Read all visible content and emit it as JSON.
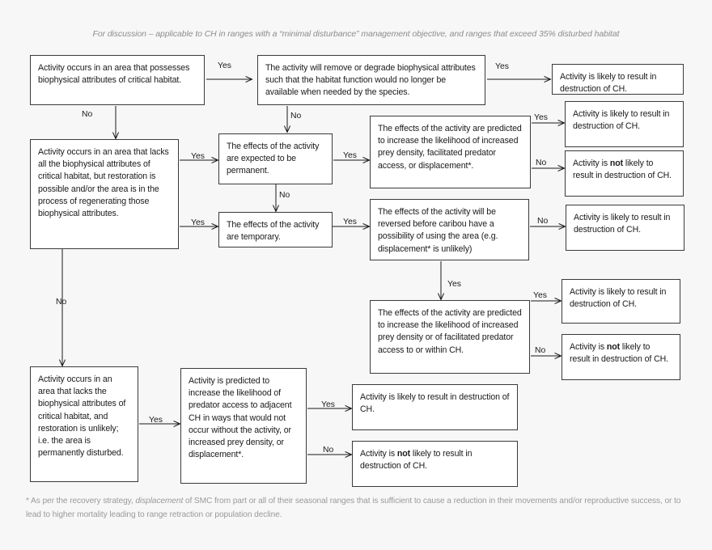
{
  "header": {
    "note": "For discussion – applicable to CH in ranges with a “minimal disturbance” management objective, and ranges that exceed 35% disturbed habitat"
  },
  "nodes": {
    "q1": "Activity occurs in an area that possesses biophysical attributes of critical habitat.",
    "q2": "The activity will remove or degrade biophysical attributes such that the habitat function would no longer be available when needed by the species.",
    "r1": "Activity is likely to result in destruction of CH.",
    "q3": "Activity occurs in an area that lacks all the biophysical attributes of critical habitat, but restoration is possible and/or the area is in the process of regenerating those biophysical attributes.",
    "q4": "The effects of the activity are expected to be permanent.",
    "q5": "The effects of the activity are predicted to increase the likelihood of increased prey density, facilitated predator access, or displacement*.",
    "r2": "Activity is likely to result in destruction of CH.",
    "r3_pre": "Activity is ",
    "r3_bold": "not",
    "r3_post": " likely to result in destruction of CH.",
    "q6": "The effects of the activity are temporary.",
    "q7": "The effects of the activity will be reversed before caribou have a possibility of using the area (e.g. displacement* is unlikely)",
    "r4": "Activity is likely to result in destruction of CH.",
    "q8": "The effects of the activity are predicted to increase the likelihood of increased prey density or of facilitated predator access to or within CH.",
    "r5": "Activity is likely to result in destruction of CH.",
    "r6_pre": "Activity is ",
    "r6_bold": "not",
    "r6_post": " likely to result in destruction of CH.",
    "q9": "Activity occurs in an area that lacks the biophysical attributes of critical habitat, and restoration is unlikely; i.e. the area is permanently disturbed.",
    "q10": "Activity is predicted to increase the likelihood of predator access to adjacent CH in ways that would not occur without the activity, or increased prey density, or displacement*.",
    "r7": "Activity is likely to result in destruction of CH.",
    "r8_pre": "Activity is ",
    "r8_bold": "not",
    "r8_post": " likely to result in destruction of CH."
  },
  "edges": {
    "yes": "Yes",
    "no": "No"
  },
  "edge_labels": [
    {
      "id": "e-q1-yes",
      "text": "Yes"
    },
    {
      "id": "e-q1-no",
      "text": "No"
    },
    {
      "id": "e-q2-yes",
      "text": "Yes"
    },
    {
      "id": "e-q2-no",
      "text": "No"
    },
    {
      "id": "e-q3-yes-top",
      "text": "Yes"
    },
    {
      "id": "e-q3-yes-bottom",
      "text": "Yes"
    },
    {
      "id": "e-q3-no",
      "text": "No"
    },
    {
      "id": "e-q4-yes",
      "text": "Yes"
    },
    {
      "id": "e-q4-no",
      "text": "No"
    },
    {
      "id": "e-q5-yes",
      "text": "Yes"
    },
    {
      "id": "e-q5-no",
      "text": "No"
    },
    {
      "id": "e-q6-yes",
      "text": "Yes"
    },
    {
      "id": "e-q7-no",
      "text": "No"
    },
    {
      "id": "e-q7-yes",
      "text": "Yes"
    },
    {
      "id": "e-q8-yes",
      "text": "Yes"
    },
    {
      "id": "e-q8-no",
      "text": "No"
    },
    {
      "id": "e-q9-yes",
      "text": "Yes"
    },
    {
      "id": "e-q10-yes",
      "text": "Yes"
    },
    {
      "id": "e-q10-no",
      "text": "No"
    }
  ],
  "footnote": {
    "part1": "*  As per the recovery strategy, ",
    "italic": "displacement",
    "part2": " of SMC from part or all of their seasonal ranges that is sufficient to cause a reduction in their movements and/or reproductive success, or to lead to higher mortality leading to range retraction or population decline."
  },
  "colors": {
    "background": "#f7f7f7",
    "box_fill": "#ffffff",
    "box_border": "#3a3a3a",
    "text": "#1a1a1a",
    "muted_text": "#9a9a9a",
    "connector": "#1a1a1a"
  }
}
